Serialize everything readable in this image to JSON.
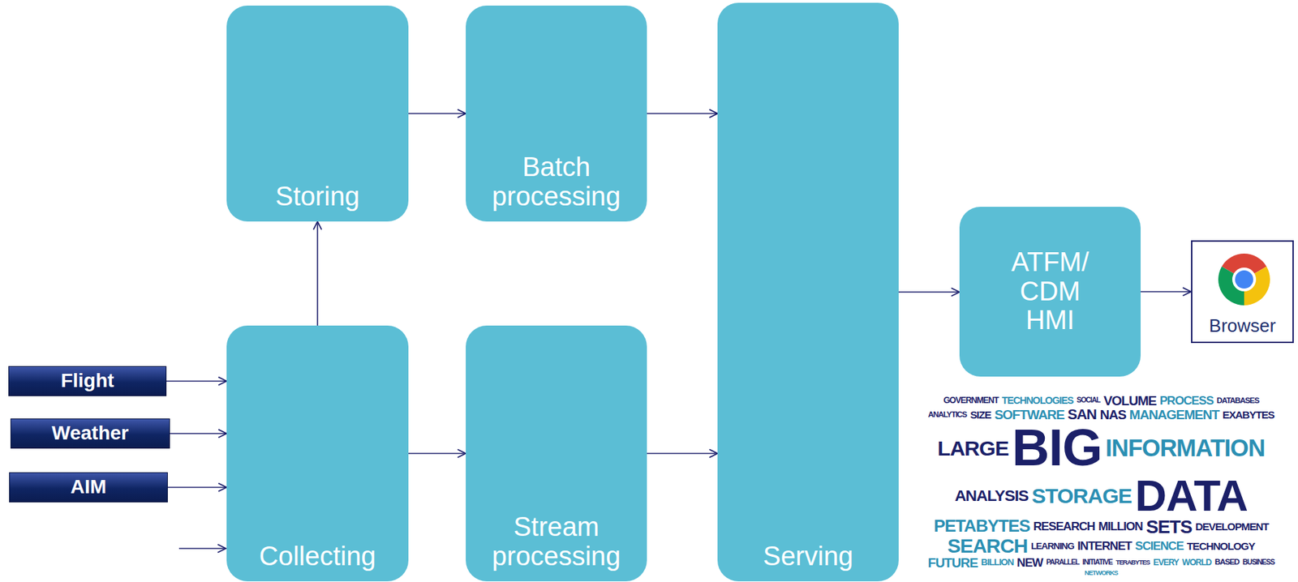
{
  "diagram": {
    "nodes": [
      {
        "text": [
          "Flight"
        ]
      },
      {
        "text": [
          "Weather"
        ]
      },
      {
        "text": [
          "AIM"
        ]
      },
      {
        "text": [
          "Collecting"
        ]
      },
      {
        "text": [
          "Storing"
        ]
      },
      {
        "text": [
          "Batch processing"
        ]
      },
      {
        "text": [
          "Stream processing"
        ]
      },
      {
        "text": [
          "Serving"
        ]
      },
      {
        "text": [
          "ATFM/ CDM HMI"
        ]
      },
      {
        "text": [
          "Browser"
        ]
      }
    ],
    "edges": [
      {
        "from": 0,
        "to": 3,
        "arrow": "to"
      },
      {
        "from": 1,
        "to": 3,
        "arrow": "to"
      },
      {
        "from": 2,
        "to": 3,
        "arrow": "to"
      },
      {
        "from": 3,
        "to": 4,
        "arrow": "to"
      },
      {
        "from": 4,
        "to": 5,
        "arrow": "to"
      },
      {
        "from": 3,
        "to": 6,
        "arrow": "to"
      },
      {
        "from": 5,
        "to": 7,
        "arrow": "to"
      },
      {
        "from": 6,
        "to": 7,
        "arrow": "to"
      },
      {
        "from": 7,
        "to": 8,
        "arrow": "to"
      },
      {
        "from": 8,
        "to": 9,
        "arrow": "to"
      }
    ],
    "labels": [
      "GOVERNMENT",
      "TECHNOLOGIES",
      "SOCIAL",
      "VOLUME",
      "PROCESS",
      "DATABASES",
      "ANALYTICS",
      "SIZE",
      "SOFTWARE",
      "SAN",
      "NAS",
      "MANAGEMENT",
      "EXABYTES",
      "LARGE",
      "BIG",
      "INFORMATION",
      "ANALYSIS",
      "STORAGE",
      "DATA",
      "PETABYTES",
      "RESEARCH",
      "MILLION",
      "SETS",
      "DEVELOPMENT",
      "SEARCH",
      "LEARNING",
      "INTERNET",
      "SCIENCE",
      "TECHNOLOGY",
      "FUTURE",
      "BILLION",
      "NEW",
      "PARALLEL",
      "INITIATIVE",
      "TERABYTES",
      "EVERY",
      "WORLD",
      "BASED",
      "BUSINESS",
      "NETWORKS"
    ]
  }
}
